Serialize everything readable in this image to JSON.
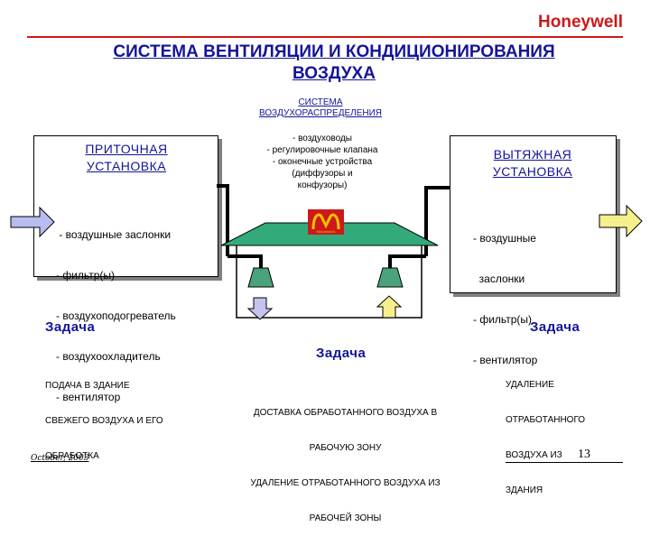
{
  "brand": "Honeywell",
  "title_line1": "СИСТЕМА ВЕНТИЛЯЦИИ  И КОНДИЦИОНИРОВАНИЯ",
  "title_line2": "ВОЗДУХА",
  "distribution": {
    "title_line1": "СИСТЕМА",
    "title_line2": "ВОЗДУХОРАСПРЕДЕЛЕНИЯ",
    "items": [
      "- воздуховоды",
      "- регулировочные клапана",
      "- оконечные устройства",
      "(диффузоры и",
      "конфузоры)"
    ]
  },
  "supply_unit": {
    "title_line1": "ПРИТОЧНАЯ",
    "title_line2": "УСТАНОВКА",
    "items": [
      " - воздушные заслонки",
      "- фильтр(ы)",
      "- воздухоподогреватель",
      "- воздухоохладитель",
      "- вентилятор"
    ]
  },
  "exhaust_unit": {
    "title_line1": "ВЫТЯЖНАЯ",
    "title_line2": "УСТАНОВКА",
    "items": [
      "- воздушные",
      "  заслонки",
      "- фильтр(ы)",
      "- вентилятор"
    ]
  },
  "building": {
    "logo_text": "McDonald's",
    "logo_colors": {
      "background": "#cc1a1a",
      "arches": "#f2c200"
    }
  },
  "tasks": {
    "left": {
      "label": "Задача",
      "lines": [
        "ПОДАЧА В ЗДАНИЕ",
        "СВЕЖЕГО ВОЗДУХА И ЕГО",
        "ОБРАБОТКА"
      ]
    },
    "center": {
      "label": "Задача",
      "lines": [
        "ДОСТАВКА ОБРАБОТАННОГО ВОЗДУХА В",
        "РАБОЧУЮ ЗОНУ",
        "УДАЛЕНИЕ ОТРАБОТАННОГО ВОЗДУХА ИЗ",
        "РАБОЧЕЙ ЗОНЫ"
      ]
    },
    "right": {
      "label": "Задача",
      "lines": [
        "УДАЛЕНИЕ",
        "ОТРАБОТАННОГО",
        "ВОЗДУХА ИЗ",
        "ЗДАНИЯ"
      ]
    }
  },
  "footer": {
    "date": "October, 2003",
    "page": "13"
  },
  "colors": {
    "brand": "#cc1a1a",
    "heading": "#14149a",
    "roof": "#33aa7a",
    "diffuser": "#4aa37a",
    "arrow_blue": "#b8bdf0",
    "arrow_yellow": "#f5f08c",
    "arrow_lilac": "#c4c4ee"
  }
}
